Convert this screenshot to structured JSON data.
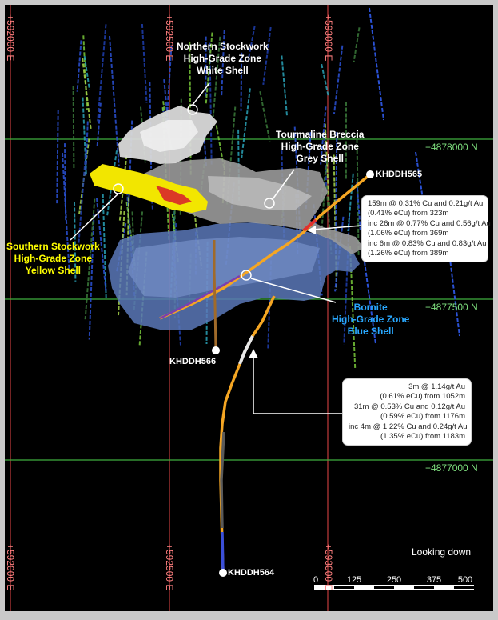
{
  "grid": {
    "easting_labels": [
      "+592000 E",
      "+592500 E",
      "+593000 E"
    ],
    "northing_labels": [
      "+4878000 N",
      "+4877500 N",
      "+4877000 N"
    ]
  },
  "zones": {
    "northern": {
      "lines": [
        "Northern Stockwork",
        "High-Grade Zone",
        "White Shell"
      ],
      "color": "#ffffff"
    },
    "tourmaline": {
      "lines": [
        "Tourmaline Breccia",
        "High-Grade Zone",
        "Grey Shell"
      ],
      "color": "#ffffff"
    },
    "southern": {
      "lines": [
        "Southern Stockwork",
        "High-Grade Zone",
        "Yellow Shell"
      ],
      "color": "#ffff00"
    },
    "bornite": {
      "lines": [
        "Bornite",
        "High-Grade Zone",
        "Blue Shell"
      ],
      "color": "#29a8ff"
    }
  },
  "holes": {
    "h565": "KHDDH565",
    "h566": "KHDDH566",
    "h564": "KHDDH564"
  },
  "callout_565": {
    "lines": [
      "159m @ 0.31% Cu and 0.21g/t Au",
      "(0.41% eCu) from 323m",
      "inc 26m @ 0.77% Cu and 0.56g/t Au",
      "(1.06% eCu) from 369m",
      "inc 6m @ 0.83% Cu and 0.83g/t Au",
      "(1.26% eCu) from 389m"
    ]
  },
  "callout_564": {
    "lines": [
      "3m @ 1.14g/t Au",
      "(0.61% eCu) from 1052m",
      "31m @ 0.53% Cu and 0.12g/t Au",
      "(0.59% eCu) from 1176m",
      "inc 4m @ 1.22% Cu and 0.24g/t Au",
      "(1.35% eCu) from 1183m"
    ]
  },
  "view_label": "Looking down",
  "scale_bar": {
    "ticks": [
      "0",
      "125",
      "250",
      "375",
      "500"
    ]
  }
}
